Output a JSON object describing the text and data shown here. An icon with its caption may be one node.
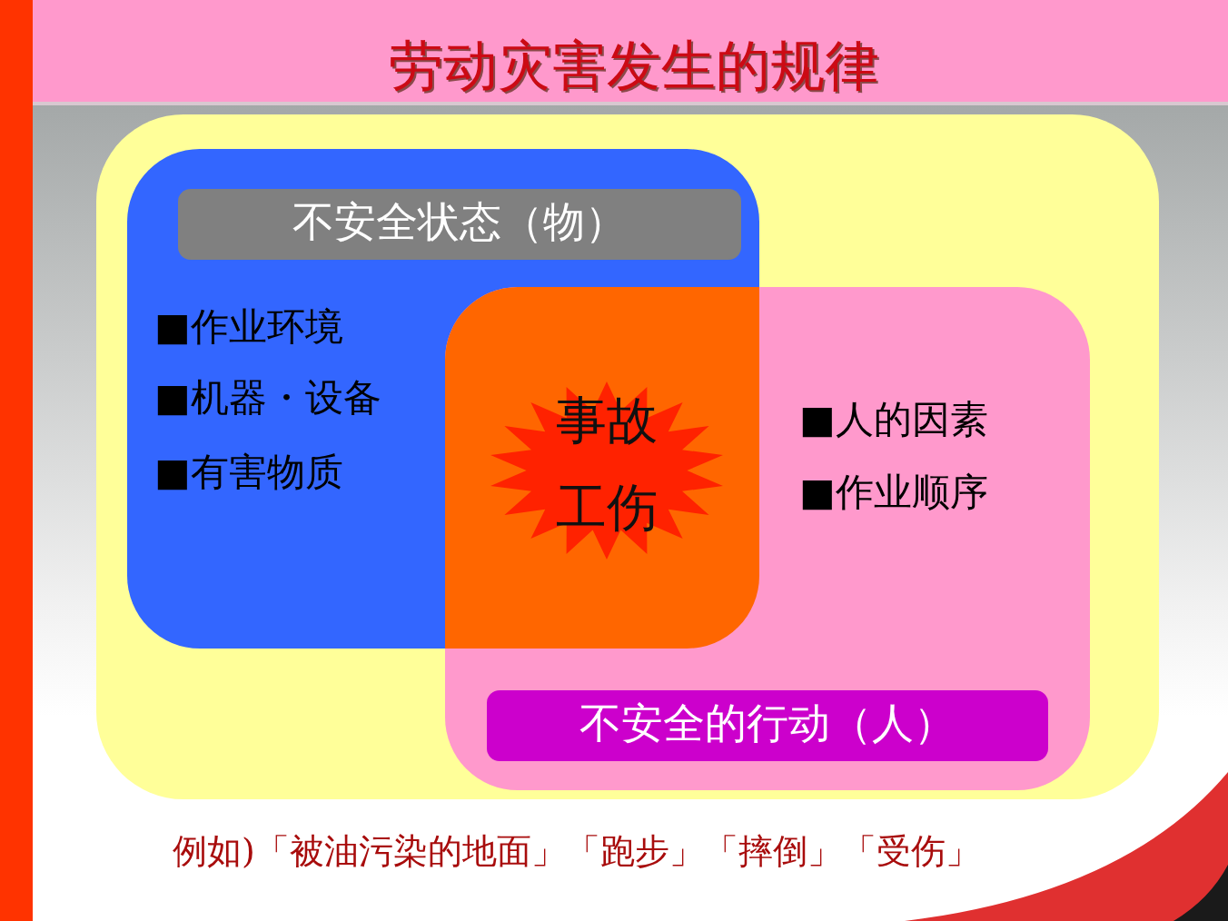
{
  "diagram": {
    "title": "劳动灾害发生的规律",
    "nodes": [
      {
        "text": [],
        "shape": "box"
      },
      {
        "text": [
          "■作业环境",
          "■机器・设备",
          "■有害物质"
        ],
        "in": 0
      },
      {
        "text": [
          "不安全状态（物）"
        ],
        "in": 1
      },
      {
        "text": [
          "■人的因素",
          "■作业顺序"
        ],
        "in": 0
      },
      {
        "text": [
          "不安全的行动（人）"
        ],
        "in": 3
      },
      {
        "text": [
          "事故",
          "工伤"
        ]
      }
    ],
    "caption": "例如)「被油污染的地面」「跑步」「摔倒」「受伤」"
  }
}
